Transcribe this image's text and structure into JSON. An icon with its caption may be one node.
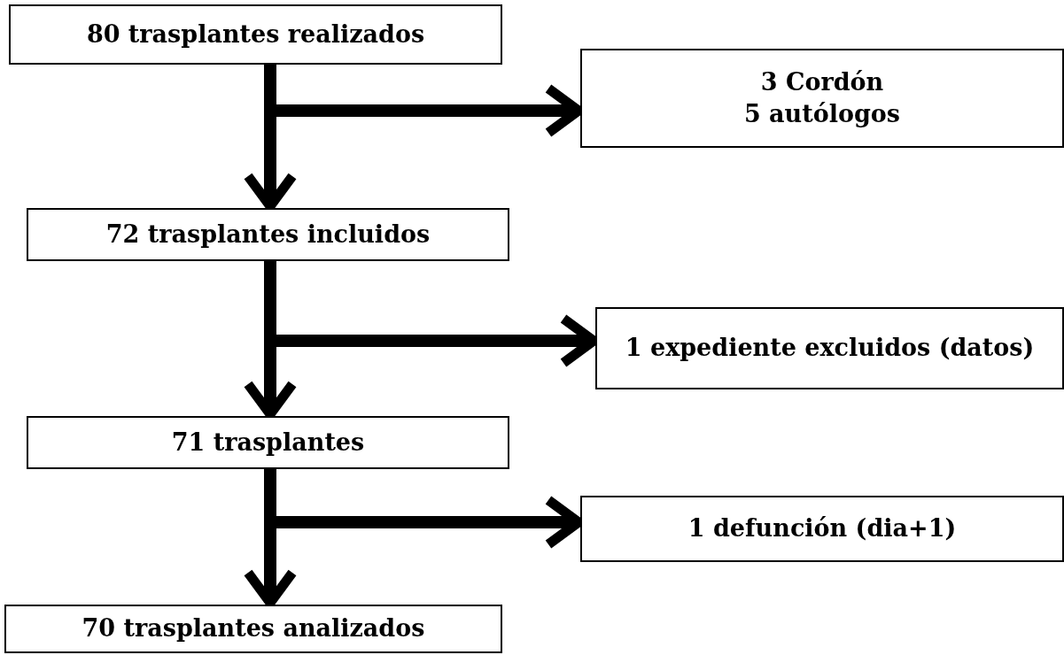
{
  "diagram": {
    "nodes": [
      {
        "text": [
          "80 trasplantes realizados"
        ]
      },
      {
        "text": [
          "3 Cordón",
          "5 autólogos"
        ]
      },
      {
        "text": [
          "72 trasplantes incluidos"
        ]
      },
      {
        "text": [
          "1 expediente excluidos (datos)"
        ]
      },
      {
        "text": [
          "71 trasplantes"
        ]
      },
      {
        "text": [
          "1 defunción (dia+1)"
        ]
      },
      {
        "text": [
          "70 trasplantes analizados"
        ]
      }
    ],
    "edges": [
      {
        "from": 0,
        "to": 2,
        "arrow": "to"
      },
      {
        "from": 0,
        "to": 1,
        "arrow": "to"
      },
      {
        "from": 2,
        "to": 4,
        "arrow": "to"
      },
      {
        "from": 2,
        "to": 3,
        "arrow": "to"
      },
      {
        "from": 4,
        "to": 6,
        "arrow": "to"
      },
      {
        "from": 4,
        "to": 5,
        "arrow": "to"
      }
    ]
  }
}
